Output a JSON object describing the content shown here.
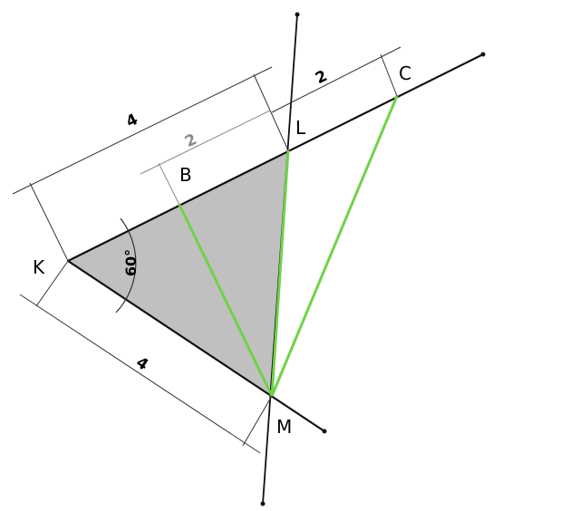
{
  "points": {
    "K": "K",
    "L": "L",
    "B": "B",
    "C": "C",
    "M": "M"
  },
  "dimensions": {
    "KL": "4",
    "BL": "2",
    "LC": "2",
    "KM": "4"
  },
  "angle": {
    "K": "60°"
  },
  "colors": {
    "fill": "#c0c0c0",
    "segments": "#6fd24a",
    "lines": "#111111",
    "dim_gray": "#8a8a8a"
  }
}
